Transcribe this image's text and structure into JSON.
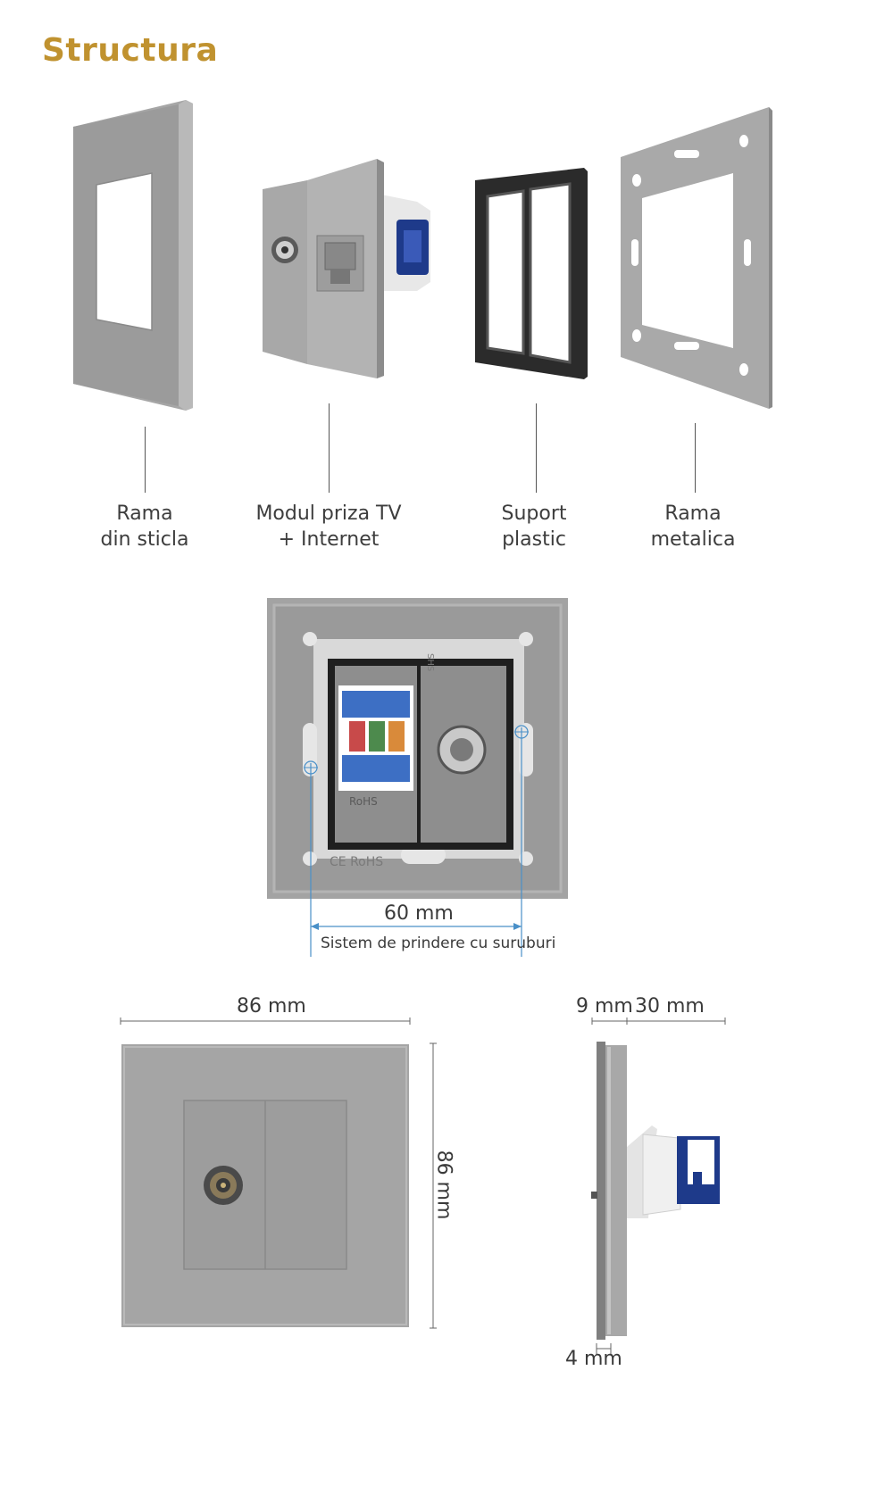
{
  "title": "Structura",
  "components": [
    {
      "line1": "Rama",
      "line2": "din sticla"
    },
    {
      "line1": "Modul priza TV",
      "line2": "+ Internet"
    },
    {
      "line1": "Suport",
      "line2": "plastic"
    },
    {
      "line1": "Rama",
      "line2": "metalica"
    }
  ],
  "mounting": {
    "distance": "60 mm",
    "caption": "Sistem de prindere cu suruburi",
    "marks": [
      "RoHS",
      "CE RoHS",
      "SHS"
    ]
  },
  "dimensions": {
    "width": "86 mm",
    "height": "86 mm",
    "frame_depth": "9 mm",
    "module_depth": "30 mm",
    "plate_thickness": "4 mm"
  },
  "colors": {
    "accent": "#c0922f",
    "frame_gray": "#9a9a9a",
    "dimension_blue": "#4a90c8",
    "connector_blue": "#1e3a8a"
  }
}
